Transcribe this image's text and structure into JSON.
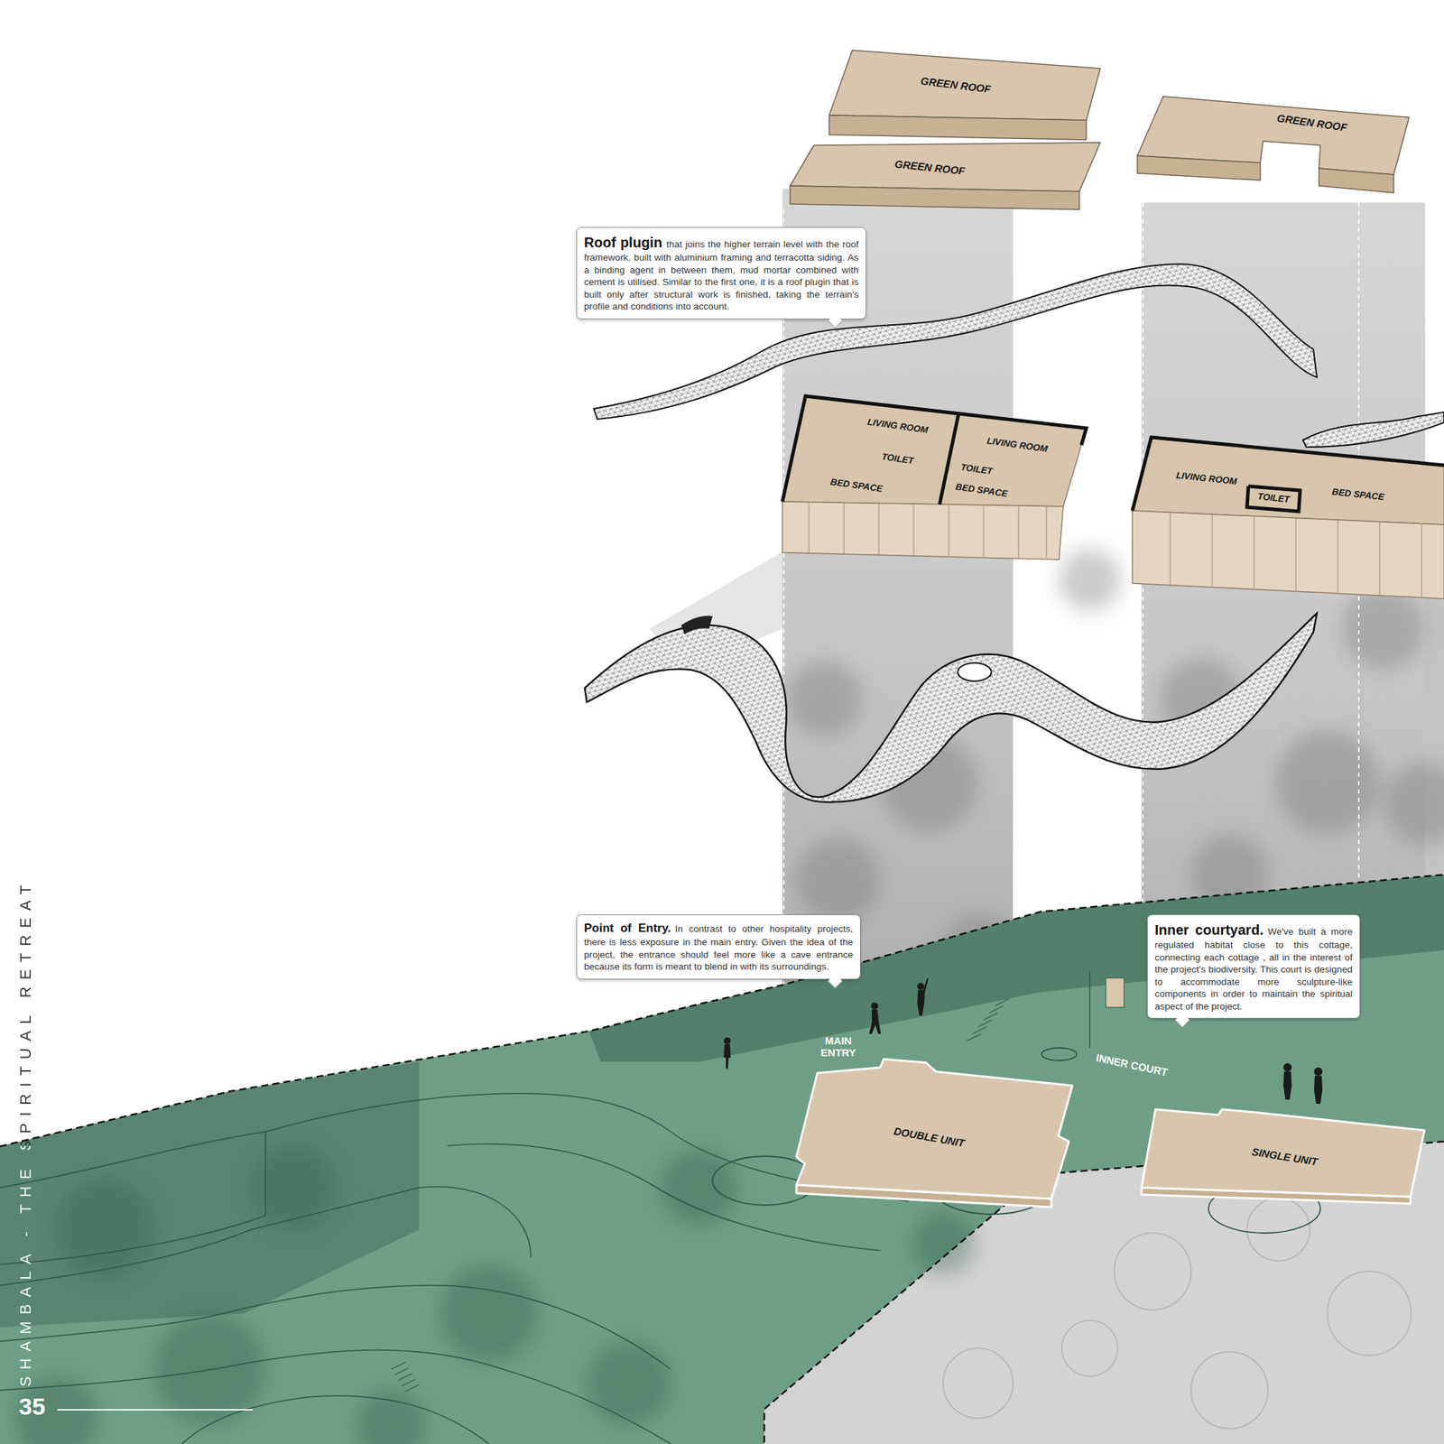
{
  "diagram": {
    "title": "SHAMBALA - THE SPIRITUAL RETREAT",
    "nodes": [
      {
        "text": [
          "GREEN ROOF"
        ]
      },
      {
        "text": [
          "GREEN ROOF"
        ]
      },
      {
        "text": [
          "GREEN ROOF"
        ]
      },
      {
        "text": [
          "Roof plugin",
          "that joins the higher terrain level with the roof framework. built with aluminium framing and terracotta siding. As a binding agent in between them, mud mortar combined with cement is utilised. Similar to the first one, it is a roof plugin that is built only after structural work is finished, taking the terrain's profile and conditions into account."
        ]
      },
      {
        "text": [
          "LIVING ROOM",
          "LIVING ROOM",
          "TOILET",
          "TOILET",
          "BED SPACE",
          "BED SPACE"
        ]
      },
      {
        "text": [
          "LIVING ROOM",
          "TOILET",
          "BED SPACE"
        ]
      },
      {
        "text": [
          "Point of Entry.",
          "In contrast to other hospitality projects, there is less exposure in the main entry. Given the idea of the project, the entrance should feel more like a cave entrance because its form is meant to blend in with its surroundings."
        ]
      },
      {
        "text": [
          "Inner courtyard.",
          "We've built a more regulated habitat close to this cottage, connecting each cottage , all in the interest of the project's biodiversity. This court is designed to accommodate more sculpture-like components in order to maintain the spiritual aspect of the project."
        ]
      },
      {
        "text": [
          "DOUBLE UNIT"
        ]
      },
      {
        "text": [
          "SINGLE UNIT"
        ]
      }
    ],
    "labels": [
      "MAIN ENTRY",
      "INNER COURT",
      "35"
    ]
  }
}
